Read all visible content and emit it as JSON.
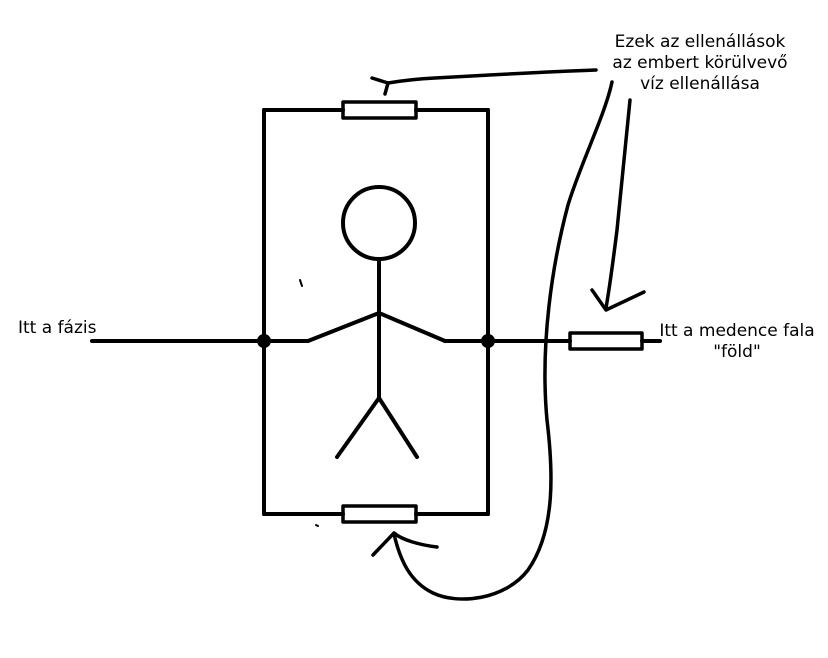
{
  "labels": {
    "phase": "Itt a fázis",
    "note_line1": "Ezek az ellenállások",
    "note_line2": "az embert körülvevő",
    "note_line3": "víz ellenállása",
    "wall_line1": "Itt a  medence fala",
    "wall_line2": "\"föld\""
  },
  "colors": {
    "ink": "#000000",
    "paper": "#ffffff"
  }
}
